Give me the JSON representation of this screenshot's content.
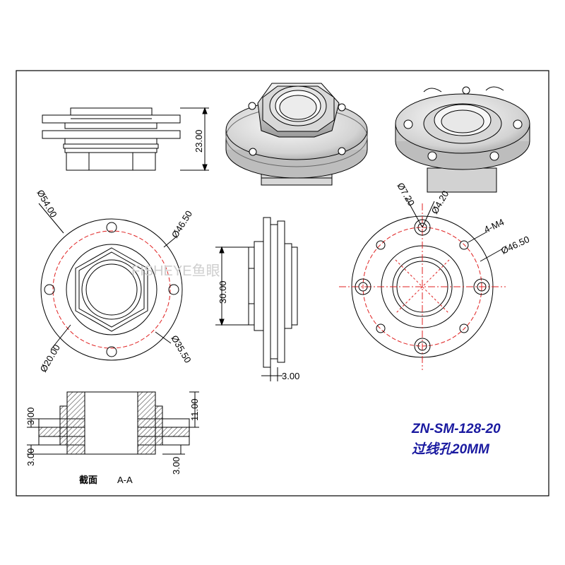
{
  "watermark": "FISHEYE鱼眼",
  "model": "ZN-SM-128-20",
  "hole_spec": "过线孔20MM",
  "section": {
    "label": "截面",
    "name": "A-A"
  },
  "dims": {
    "height_total": "23.00",
    "outer_dia": "Ø54.00",
    "bolt_circle": "Ø46.50",
    "bore_dia": "Ø20.00",
    "inner_ring": "Ø35.50",
    "thread_len": "30.00",
    "flange_thk": "3.00",
    "counterbore": "Ø7.20",
    "hole_dia": "Ø4.20",
    "thread_holes": "4-M4",
    "bolt_circle_2": "Ø46.50",
    "sec_left_top": "3.00",
    "sec_left_bot": "3.00",
    "sec_right_top": "11.00",
    "sec_right_bot": "3.00"
  },
  "colors": {
    "line": "#000000",
    "center": "#e02020",
    "title": "#1a1aa0",
    "fill": "#e8e8e8",
    "hatch": "#555555"
  }
}
